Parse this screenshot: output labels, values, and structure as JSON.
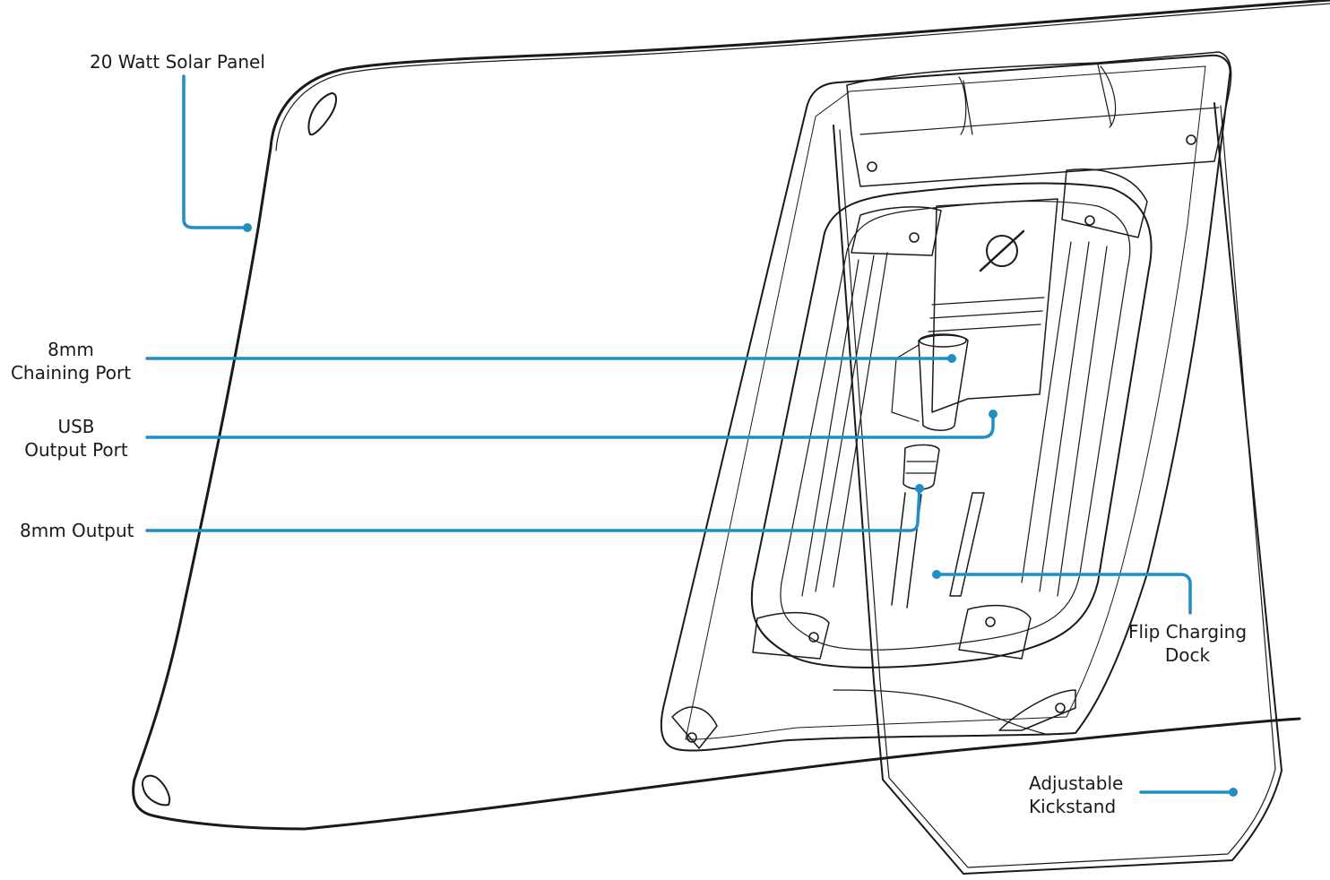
{
  "accent_color": "#1f8fc6",
  "labels": {
    "solar_panel": "20 Watt Solar Panel",
    "chaining_port": [
      "8mm",
      "Chaining Port"
    ],
    "usb_output": [
      "USB",
      "Output Port"
    ],
    "output_8mm": "8mm Output",
    "flip_dock": [
      "Flip Charging",
      "Dock"
    ],
    "kickstand": [
      "Adjustable",
      "Kickstand"
    ]
  }
}
